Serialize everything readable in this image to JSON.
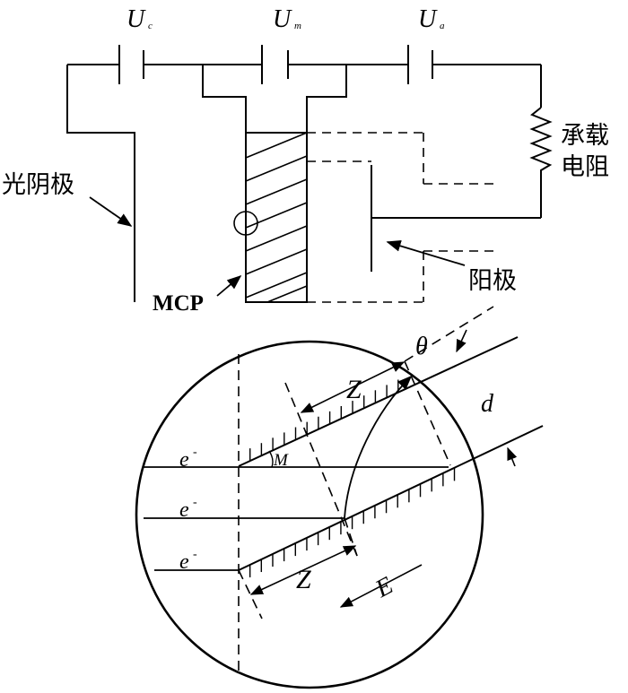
{
  "circuit": {
    "voltages": {
      "cathode": {
        "symbol": "U",
        "subscript": "c"
      },
      "mcp": {
        "symbol": "U",
        "subscript": "m"
      },
      "anode": {
        "symbol": "U",
        "subscript": "a"
      }
    },
    "labels": {
      "load_line1": "承载",
      "load_line2": "电阻",
      "photocathode": "光阴极",
      "mcp": "MCP",
      "anode": "阳极"
    }
  },
  "channel": {
    "labels": {
      "theta": "θ",
      "z_top": "Z",
      "d": "d",
      "electron": "e",
      "electron_sup": "-",
      "angle": "M",
      "z_bottom": "Z",
      "field": "E"
    }
  }
}
